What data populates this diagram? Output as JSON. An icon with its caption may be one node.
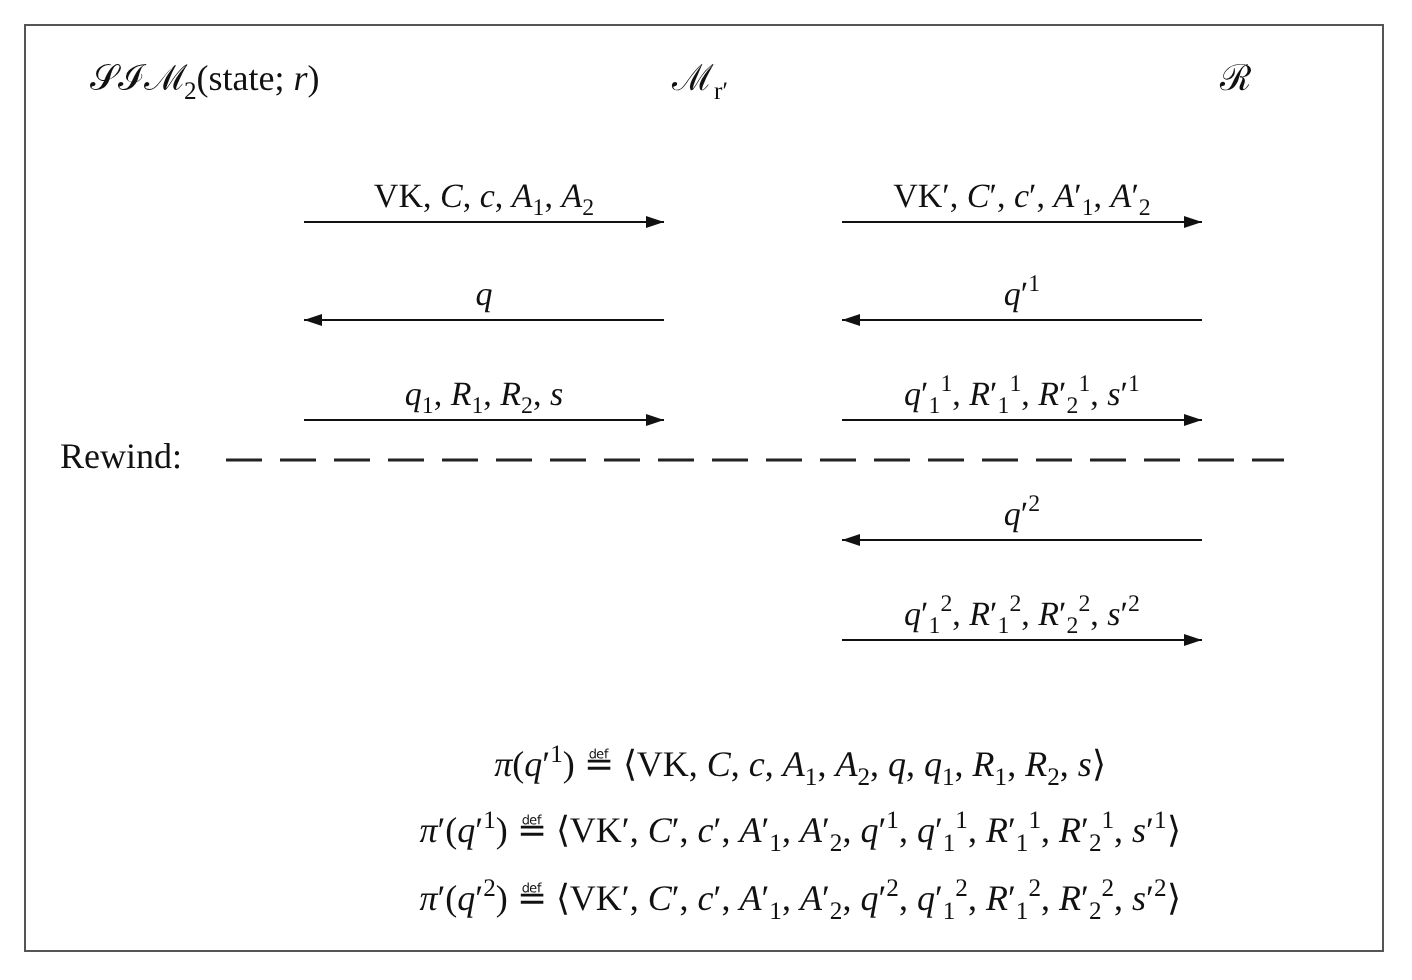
{
  "diagram": {
    "labels": [
      "𝒮ℐℳ$_{2}$(state; *r*)",
      "ℳ$_{r′}$",
      "ℛ",
      "VK, *C*, *c*, *A*$_{1}$, *A*$_{2}$",
      "VK′, *C*′, *c*′, *A*′$_{1}$, *A*′$_{2}$",
      "*q*",
      "*q*′$^{1}$",
      "*q*$_{1}$, *R*$_{1}$, *R*$_{2}$, *s*",
      "*q*′$_{1}$$^{1}$, *R*′$_{1}$$^{1}$, *R*′$_{2}$$^{1}$, *s*′$^{1}$",
      "Rewind:",
      "*q*′$^{2}$",
      "*q*′$_{1}$$^{2}$, *R*′$_{1}$$^{2}$, *R*′$_{2}$$^{2}$, *s*′$^{2}$",
      "*π*(*q*′$^{1}$) ≝ ⟨VK, *C*, *c*, *A*$_{1}$, *A*$_{2}$, *q*, *q*$_{1}$, *R*$_{1}$, *R*$_{2}$, *s*⟩",
      "*π*′(*q*′$^{1}$) ≝ ⟨VK′, *C*′, *c*′, *A*′$_{1}$, *A*′$_{2}$, *q*′$^{1}$, *q*′$_{1}$$^{1}$, *R*′$_{1}$$^{1}$, *R*′$_{2}$$^{1}$, *s*′$^{1}$⟩",
      "*π*′(*q*′$^{2}$) ≝ ⟨VK′, *C*′, *c*′, *A*′$_{1}$, *A*′$_{2}$, *q*′$^{2}$, *q*′$_{1}$$^{2}$, *R*′$_{1}$$^{2}$, *R*′$_{2}$$^{2}$, *s*′$^{2}$⟩"
    ]
  }
}
